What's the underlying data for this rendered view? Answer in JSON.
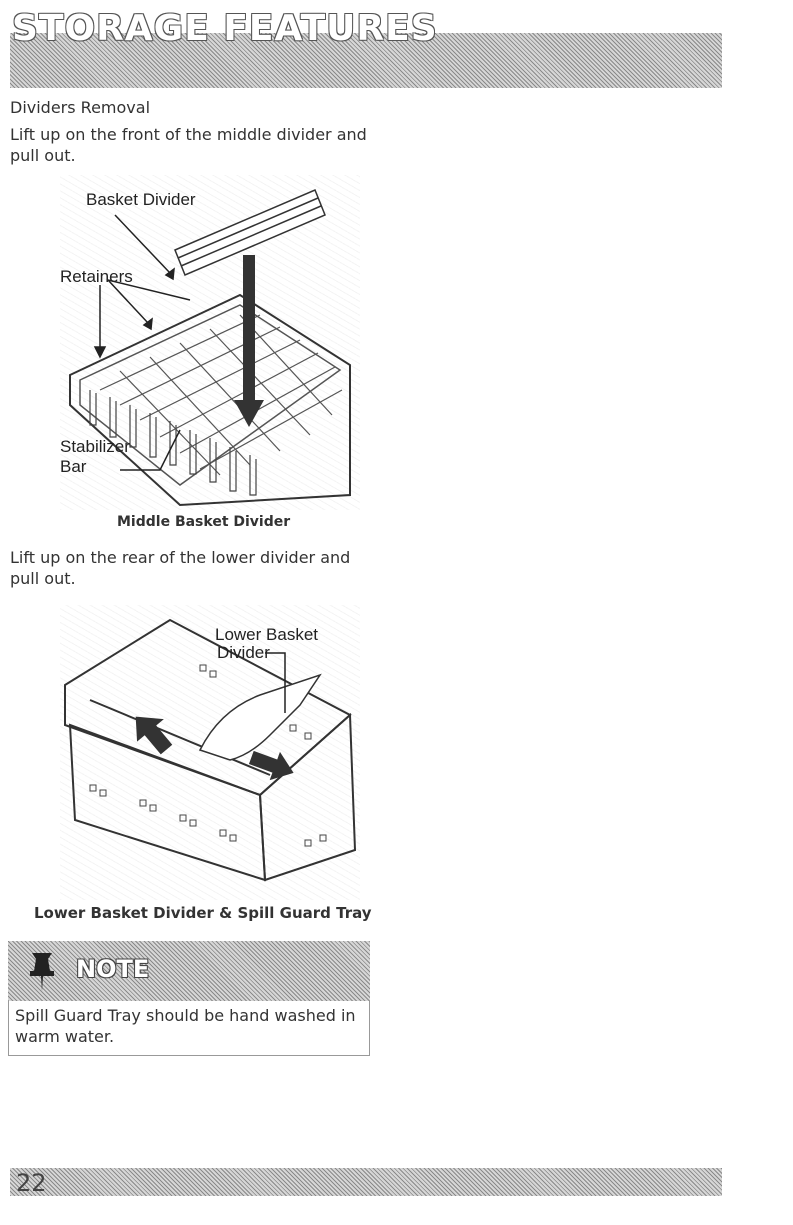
{
  "header": {
    "title": "STORAGE FEATURES"
  },
  "section": {
    "title": "Dividers Removal"
  },
  "paragraph1": "Lift up on the front of the middle divider and pull out.",
  "figure1": {
    "labels": {
      "basket_divider": "Basket Divider",
      "retainers": "Retainers",
      "stabilizer": "Stabilizer",
      "bar": "Bar"
    },
    "caption": "Middle Basket Divider"
  },
  "paragraph2": "Lift up on the rear of the lower divider and pull out.",
  "figure2": {
    "labels": {
      "lower_basket": "Lower Basket",
      "divider": "Divider"
    },
    "caption": "Lower Basket Divider & Spill Guard Tray"
  },
  "note": {
    "title": "NOTE",
    "text": "Spill Guard Tray should be hand washed in warm water."
  },
  "footer": {
    "page_number": "22"
  }
}
